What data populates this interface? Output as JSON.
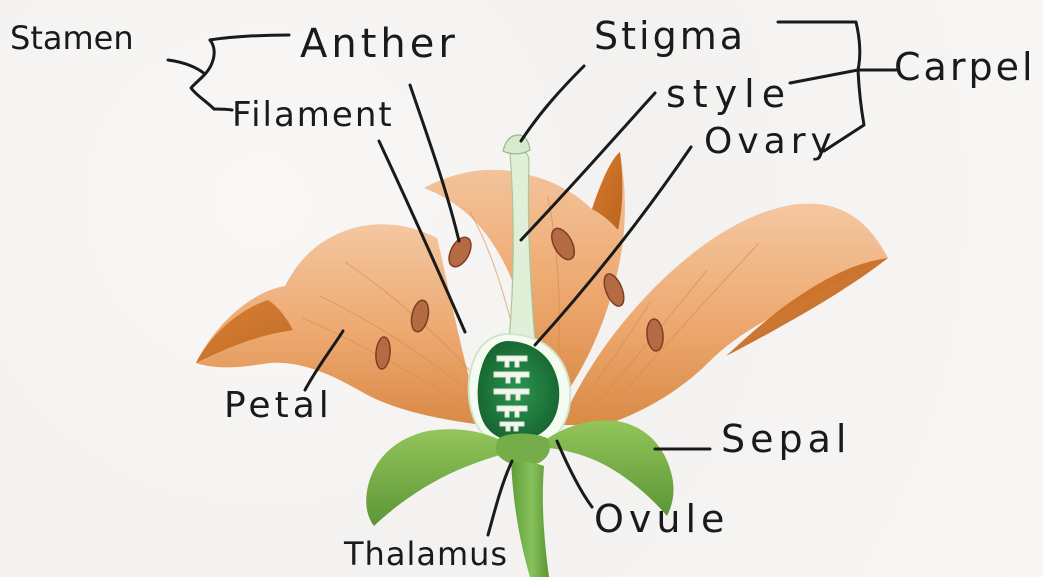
{
  "labels": {
    "stamen": "Stamen",
    "anther": "Anther",
    "filament": "Filament",
    "stigma": "Stigma",
    "style": "style",
    "ovary": "Ovary",
    "carpel": "Carpel",
    "petal": "Petal",
    "sepal": "Sepal",
    "ovule": "Ovule",
    "thalamus": "Thalamus"
  },
  "colors": {
    "petal_fill": "#eda86f",
    "petal_shade": "#d97a2d",
    "anther_fill": "#b46b43",
    "sepal_fill": "#6ea63e",
    "stem_fill": "#72b24a",
    "ovary_fill": "#1d7d3a",
    "style_fill": "#dff0d7",
    "line_color": "#1a1a1a"
  }
}
